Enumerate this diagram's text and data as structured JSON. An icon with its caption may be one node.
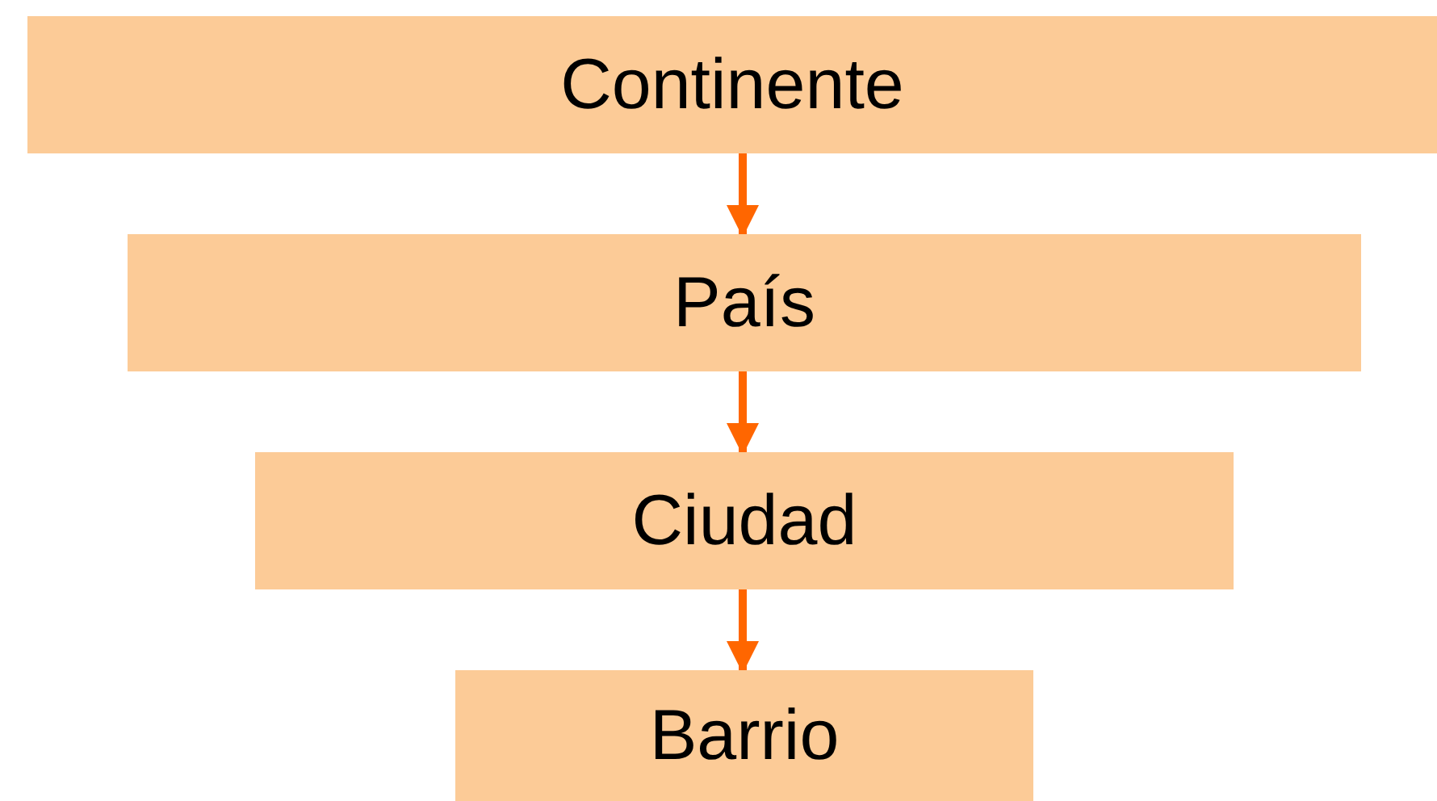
{
  "diagram": {
    "nodes": [
      {
        "text": [
          "Continente"
        ]
      },
      {
        "text": [
          "País"
        ]
      },
      {
        "text": [
          "Ciudad"
        ]
      },
      {
        "text": [
          "Barrio"
        ]
      }
    ],
    "edges": [
      {
        "from": 0,
        "to": 1,
        "arrow": "to"
      },
      {
        "from": 1,
        "to": 2,
        "arrow": "to"
      },
      {
        "from": 2,
        "to": 3,
        "arrow": "to"
      }
    ]
  }
}
